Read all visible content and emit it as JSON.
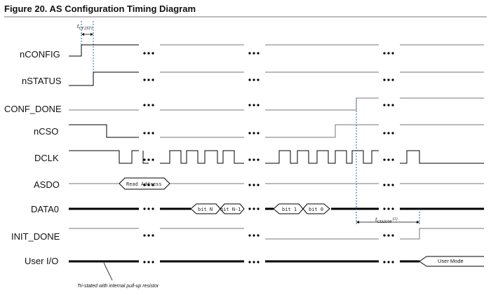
{
  "figure": {
    "title": "Figure 20.  AS Configuration Timing Diagram"
  },
  "signals": [
    {
      "id": "nconfig",
      "label": "nCONFIG"
    },
    {
      "id": "nstatus",
      "label": "nSTATUS"
    },
    {
      "id": "conf-done",
      "label": "CONF_DONE"
    },
    {
      "id": "ncso",
      "label": "nCSO"
    },
    {
      "id": "dclk",
      "label": "DCLK"
    },
    {
      "id": "asdo",
      "label": "ASDO"
    },
    {
      "id": "data0",
      "label": "DATA0"
    },
    {
      "id": "init-done",
      "label": "INIT_DONE"
    },
    {
      "id": "user-io",
      "label": "User I/O"
    }
  ],
  "timing": {
    "tcf2st1": {
      "main": "t",
      "sub": "CF2ST1"
    },
    "tcd2um": {
      "main": "t",
      "sub": "CD2UM",
      "note": " (1)"
    }
  },
  "boxes": {
    "read_address": "Read Address",
    "bit_n": "bit N",
    "bit_n_minus_1": "bit N-1",
    "bit_1": "bit 1",
    "bit_0": "bit 0",
    "user_mode": "User Mode"
  },
  "annotations": {
    "tristated": "Tri-stated with internal pull-up resistor"
  },
  "colors": {
    "waveform": "#000000",
    "separator": "#777777",
    "timing_marker": "#1a6e9a"
  }
}
